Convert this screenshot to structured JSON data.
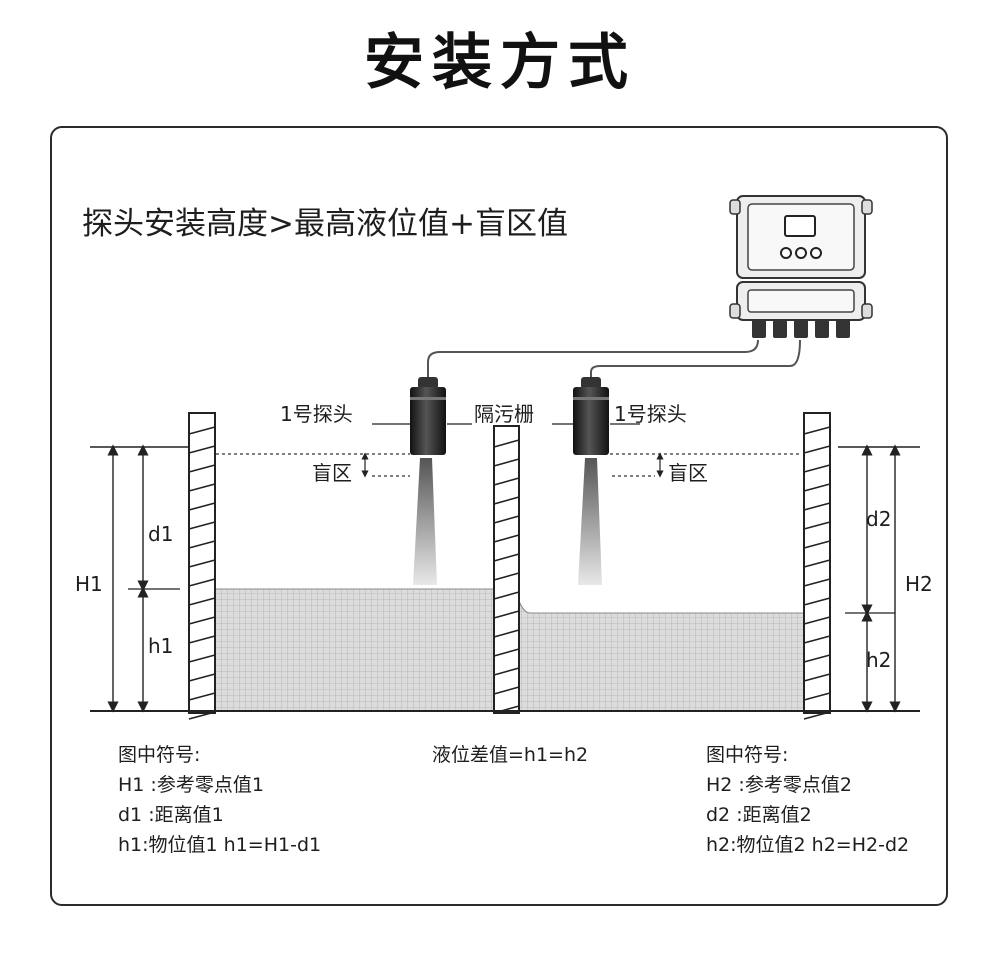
{
  "title": "安装方式",
  "subtitle": "探头安装高度>最高液位值+盲区值",
  "labels": {
    "probe_left": "1号探头",
    "probe_right": "1号探头",
    "baffle": "隔污栅",
    "blind_left": "盲区",
    "blind_right": "盲区",
    "H1": "H1",
    "d1": "d1",
    "h1": "h1",
    "H2": "H2",
    "d2": "d2",
    "h2": "h2"
  },
  "legend_left": {
    "heading": "图中符号:",
    "lines": [
      "H1 :参考零点值1",
      "d1 :距离值1",
      "h1:物位值1  h1=H1-d1"
    ]
  },
  "legend_center": "液位差值=h1=h2",
  "legend_right": {
    "heading": "图中符号:",
    "lines": [
      "H2 :参考零点值2",
      "d2 :距离值2",
      "h2:物位值2  h2=H2-d2"
    ]
  },
  "colors": {
    "line": "#222222",
    "liquid": "#d8d8d8",
    "probe": "#2b2b2b",
    "controller": "#e6e6e6"
  },
  "icons": [
    "controller-icon",
    "probe-icon",
    "wall-icon"
  ]
}
